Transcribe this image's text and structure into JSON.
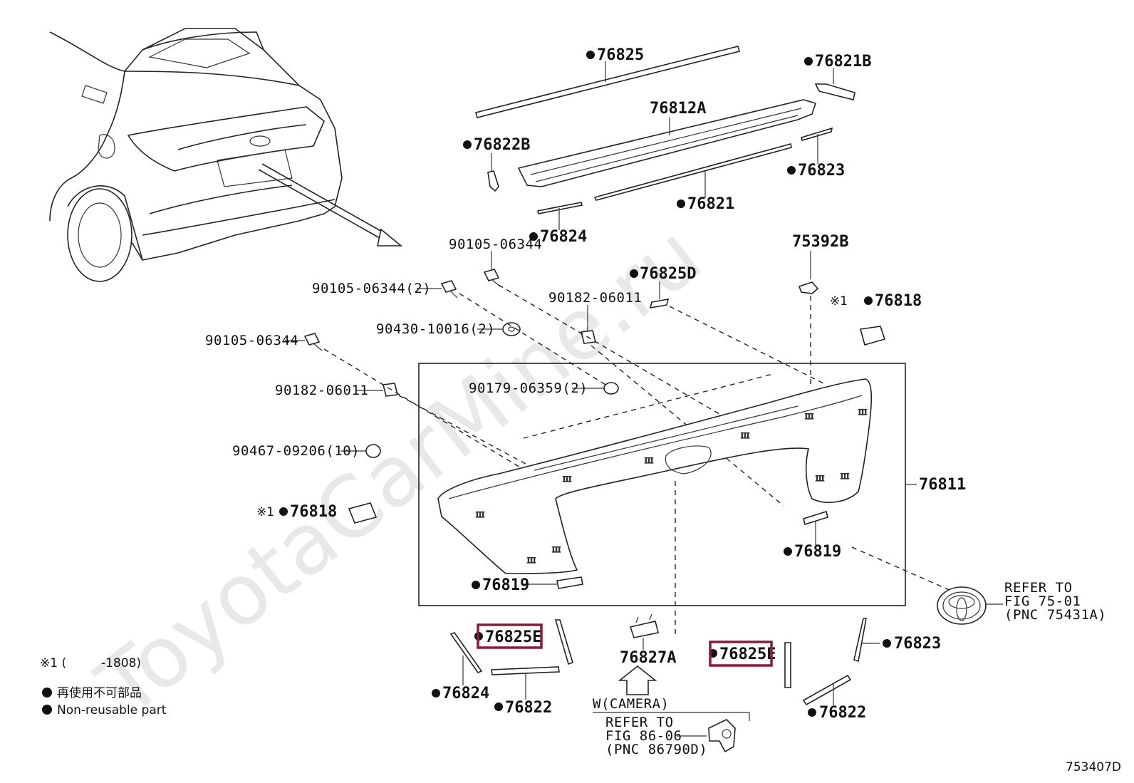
{
  "watermark": "ToyotaCarMine.ru",
  "diagram_id": "753407D",
  "labels": {
    "p76825_top": "76825",
    "p76821B": "76821B",
    "p76812A": "76812A",
    "p76822B": "76822B",
    "p76823_top": "76823",
    "p76821": "76821",
    "p76824_top": "76824",
    "b90105_06344_a": "90105-06344",
    "p75392B": "75392B",
    "p76825D": "76825D",
    "b90105_06344_2": "90105-06344(2)",
    "b90182_06011_a": "90182-06011",
    "p76818_top": "76818",
    "b90430_10016": "90430-10016(2)",
    "b90105_06344_b": "90105-06344",
    "b90179_06359": "90179-06359(2)",
    "b90182_06011_b": "90182-06011",
    "b90467_09206": "90467-09206(10)",
    "p76811": "76811",
    "p76818_left": "76818",
    "p76819_right": "76819",
    "p76819_left": "76819",
    "p76825E_left": "76825E",
    "p76825E_right": "76825E",
    "p76827A": "76827A",
    "p76823_bottom": "76823",
    "p76824_bottom": "76824",
    "p76822_left": "76822",
    "p76822_right": "76822",
    "emblem_ref_1": "REFER TO",
    "emblem_ref_2": "FIG 75-01",
    "emblem_ref_3": "(PNC 75431A)",
    "camera_cond": "W(CAMERA)",
    "camera_ref_1": "REFER TO",
    "camera_ref_2": "FIG 86-06",
    "camera_ref_3": "(PNC 86790D)"
  },
  "note_marks": {
    "star1": "※1",
    "star1_top": "※1",
    "star1_left": "※1"
  },
  "footnote": {
    "line1_mark": "※1 (",
    "line1_value": "-1808)",
    "legend_jp": "再使用不可部品",
    "legend_en": "Non-reusable part"
  },
  "colors": {
    "highlight": "#8b1a3a",
    "ink": "#111111",
    "watermark": "#e8e8e8"
  }
}
